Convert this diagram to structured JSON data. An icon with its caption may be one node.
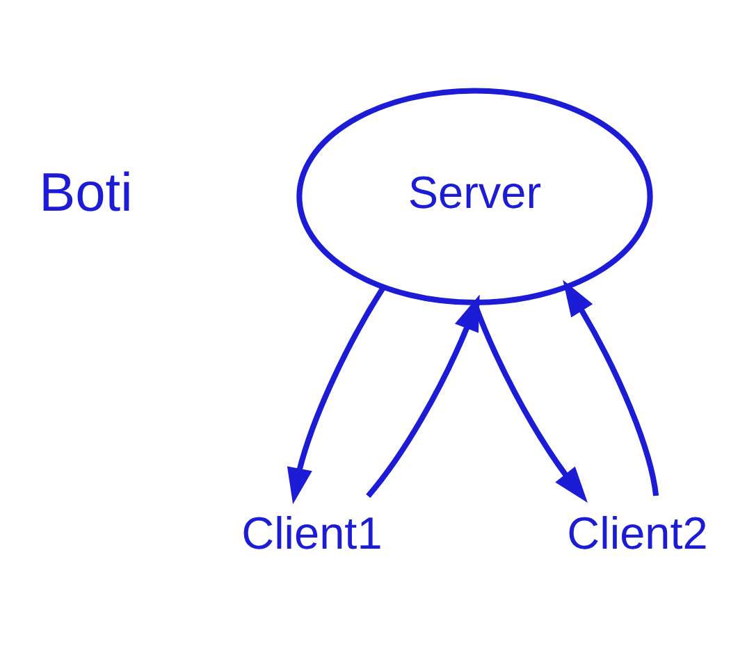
{
  "diagram": {
    "nodes": [
      {
        "text": [
          "Server"
        ]
      },
      {
        "text": [
          "Client1"
        ]
      },
      {
        "text": [
          "Client2"
        ]
      }
    ],
    "edges": [
      {
        "from": 1,
        "to": 0,
        "arrow": "to"
      },
      {
        "from": 0,
        "to": 1,
        "arrow": "to"
      },
      {
        "from": 2,
        "to": 0,
        "arrow": "to"
      },
      {
        "from": 0,
        "to": 2,
        "arrow": "to"
      }
    ],
    "labels": [
      "Boti"
    ]
  }
}
